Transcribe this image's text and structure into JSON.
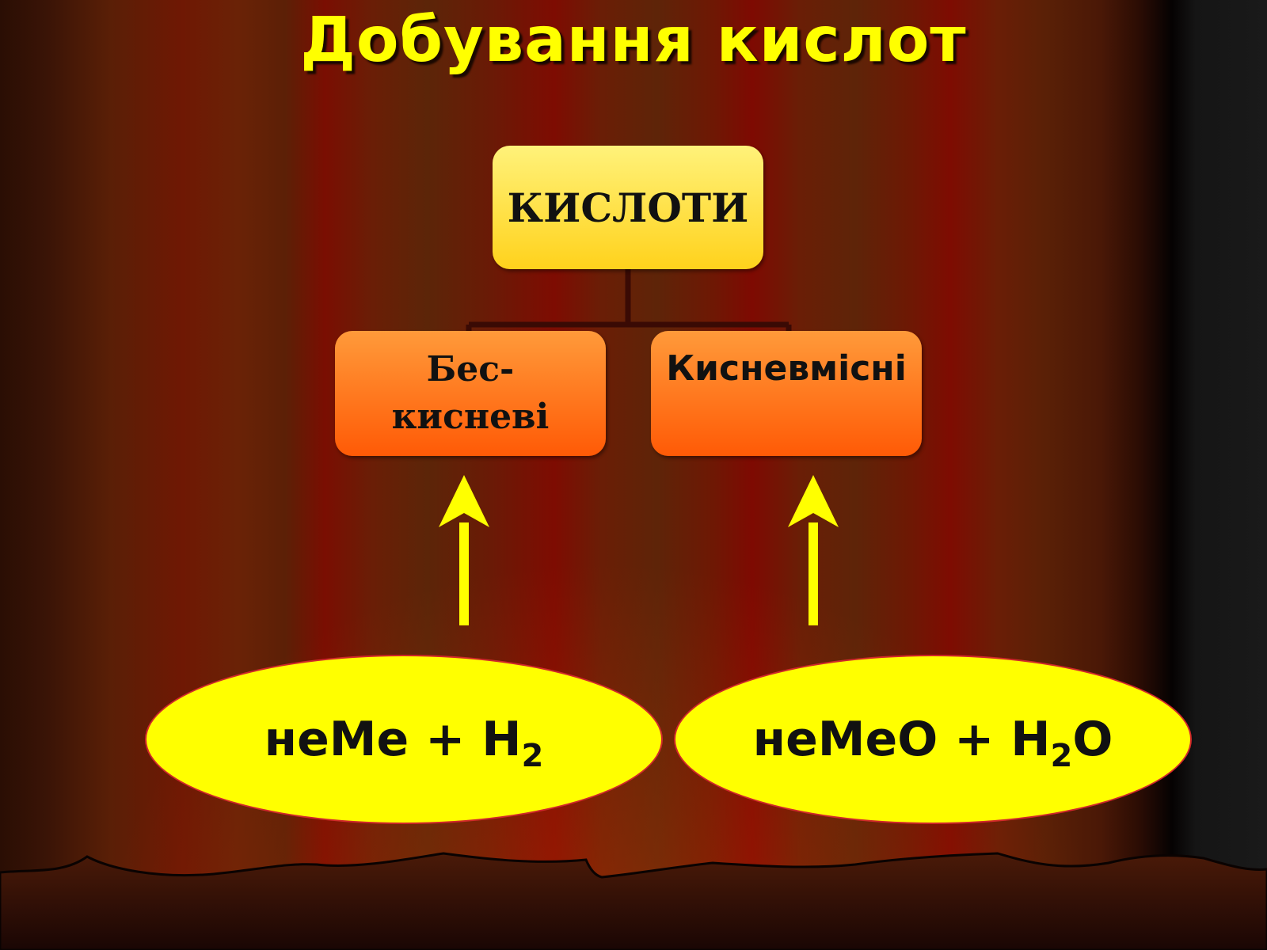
{
  "title": "Добування кислот",
  "root": {
    "label": "КИСЛОТИ"
  },
  "children": [
    {
      "label_line1": "Бес-",
      "label_line2": "кисневі"
    },
    {
      "label": "Кисневмісні"
    }
  ],
  "reactants": [
    {
      "main": "неМе + Н",
      "sub": "2",
      "tail": ""
    },
    {
      "main": "неМеО + Н",
      "sub": "2",
      "tail": "О"
    }
  ],
  "colors": {
    "title": "#ffff00",
    "root_box_top": "#fff27a",
    "root_box_bottom": "#ffd21c",
    "child_box_top": "#ff9a3a",
    "child_box_bottom": "#ff5a06",
    "arrow": "#ffff00",
    "oval_fill": "#ffff00",
    "oval_border": "#d0282a",
    "connector": "#3a0a04"
  }
}
